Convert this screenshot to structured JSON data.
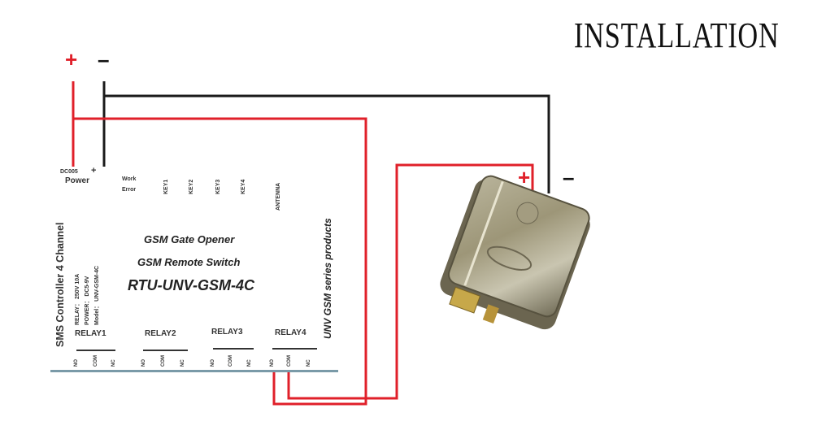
{
  "title": "INSTALLATION",
  "power_supply": {
    "plus": "+",
    "minus": "–"
  },
  "lock": {
    "plus": "+",
    "minus": "–"
  },
  "board": {
    "dc_label": "DC005",
    "dc_plus": "+",
    "power_label": "Power",
    "work_label": "Work",
    "error_label": "Error",
    "keys": [
      "KEY1",
      "KEY2",
      "KEY3",
      "KEY4"
    ],
    "antenna": "ANTENNA",
    "side_title": "SMS Controller 4 Channel",
    "spec_relay": "RELAY： 250V 10A",
    "spec_power": "POWER： DC5-9V",
    "spec_model": "Model： UNV-GSM-4C",
    "line1": "GSM Gate Opener",
    "line2": "GSM Remote Switch",
    "model": "RTU-UNV-GSM-4C",
    "series": "UNV GSM series products",
    "relays": [
      {
        "label": "RELAY1",
        "pins": [
          "NO",
          "COM",
          "NC"
        ]
      },
      {
        "label": "RELAY2",
        "pins": [
          "NO",
          "COM",
          "NC"
        ]
      },
      {
        "label": "RELAY3",
        "pins": [
          "NO",
          "COM",
          "NC"
        ]
      },
      {
        "label": "RELAY4",
        "pins": [
          "NO",
          "COM",
          "NC"
        ]
      }
    ]
  },
  "colors": {
    "red_wire": "#e0202a",
    "black_wire": "#1a1a1a"
  }
}
